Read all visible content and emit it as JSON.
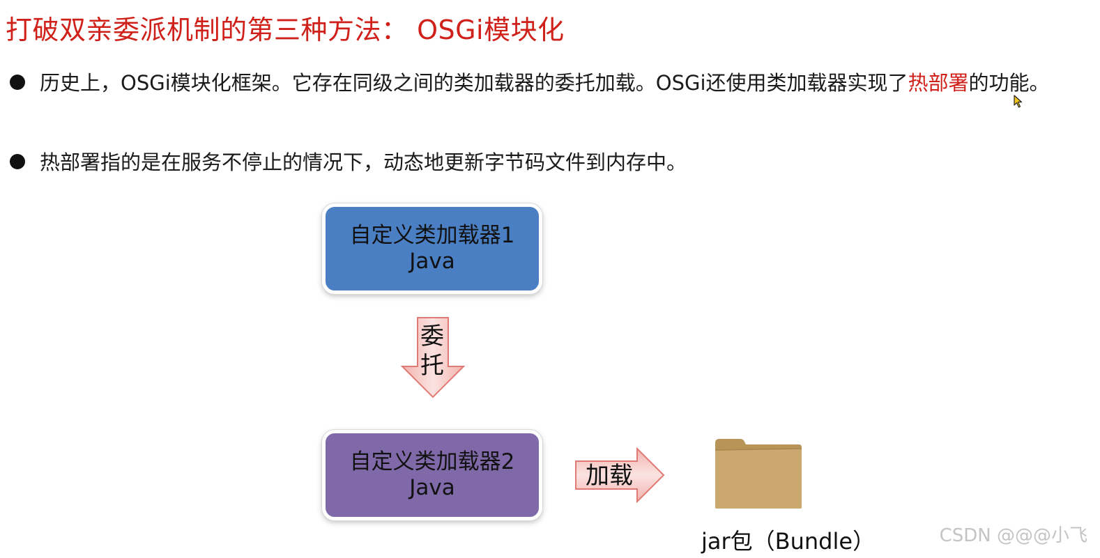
{
  "title": "打破双亲委派机制的第三种方法： OSGi模块化",
  "bullets": [
    {
      "before": "历史上，OSGi模块化框架。它存在同级之间的类加载器的委托加载。OSGi还使用类加载器实现了",
      "highlight": "热部署",
      "after": "的功能。"
    },
    {
      "text": "热部署指的是在服务不停止的情况下，动态地更新字节码文件到内存中。"
    }
  ],
  "diagram": {
    "loader1": {
      "line1": "自定义类加载器1",
      "line2": "Java"
    },
    "delegate_label": "委托",
    "loader2": {
      "line1": "自定义类加载器2",
      "line2": "Java"
    },
    "load_label": "加载",
    "jar_label": "jar包（Bundle）"
  },
  "watermark": "CSDN @@@小飞",
  "colors": {
    "title": "#d0201a",
    "highlight": "#d0201a",
    "loader1_fill": "#4a7fc4",
    "loader2_fill": "#8069a8",
    "arrow_fill": "#f7c9c6",
    "arrow_stroke": "#e07a74",
    "folder_fill": "#c9a66b"
  },
  "icons": {
    "cursor": "mouse-pointer-icon",
    "folder": "folder-icon"
  }
}
